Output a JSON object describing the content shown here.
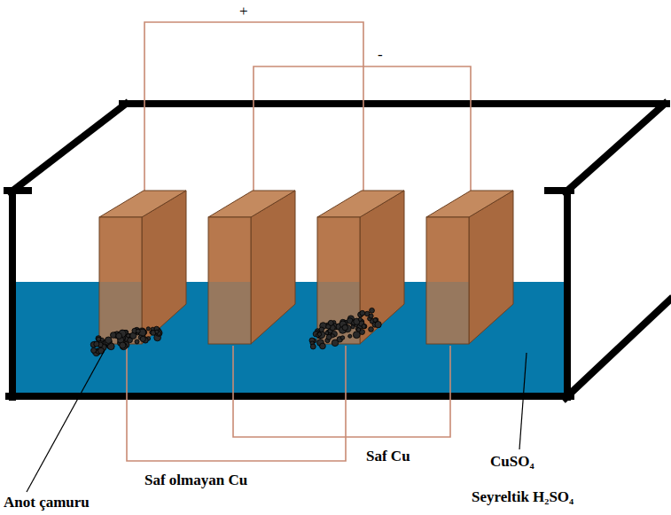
{
  "diagram": {
    "labels": [
      "+",
      "-",
      "Anot çamuru",
      "Saf olmayan Cu",
      "Saf Cu",
      "CuSO₄",
      "Seyreltik H₂SO₄"
    ]
  }
}
